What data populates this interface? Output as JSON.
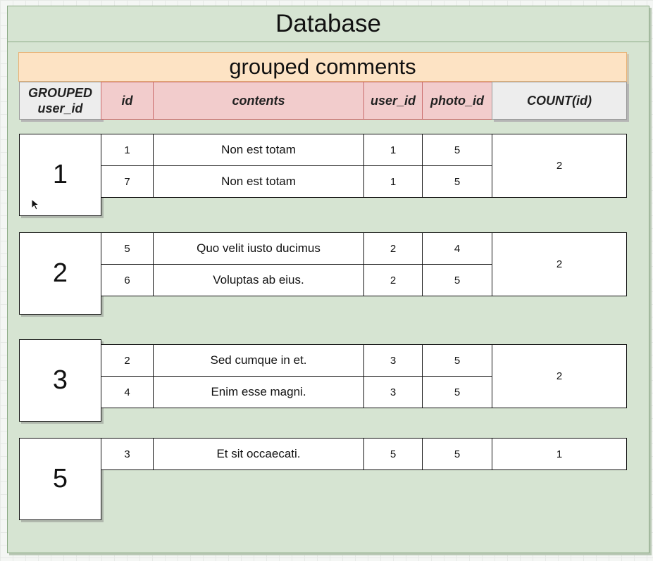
{
  "database": {
    "title": "Database"
  },
  "table": {
    "title": "grouped comments",
    "columns": {
      "grouped_line1": "GROUPED",
      "grouped_line2": "user_id",
      "id": "id",
      "contents": "contents",
      "user_id": "user_id",
      "photo_id": "photo_id",
      "count": "COUNT(id)"
    },
    "groups": [
      {
        "user_id": "1",
        "count": "2",
        "rows": [
          {
            "id": "1",
            "contents": "Non est totam",
            "user_id": "1",
            "photo_id": "5"
          },
          {
            "id": "7",
            "contents": "Non est totam",
            "user_id": "1",
            "photo_id": "5"
          }
        ]
      },
      {
        "user_id": "2",
        "count": "2",
        "rows": [
          {
            "id": "5",
            "contents": "Quo velit iusto ducimus",
            "user_id": "2",
            "photo_id": "4"
          },
          {
            "id": "6",
            "contents": "Voluptas ab eius.",
            "user_id": "2",
            "photo_id": "5"
          }
        ]
      },
      {
        "user_id": "3",
        "count": "2",
        "rows": [
          {
            "id": "2",
            "contents": "Sed cumque in et.",
            "user_id": "3",
            "photo_id": "5"
          },
          {
            "id": "4",
            "contents": "Enim esse magni.",
            "user_id": "3",
            "photo_id": "5"
          }
        ]
      },
      {
        "user_id": "5",
        "count": "1",
        "rows": [
          {
            "id": "3",
            "contents": "Et sit occaecati.",
            "user_id": "5",
            "photo_id": "5"
          }
        ]
      }
    ]
  }
}
